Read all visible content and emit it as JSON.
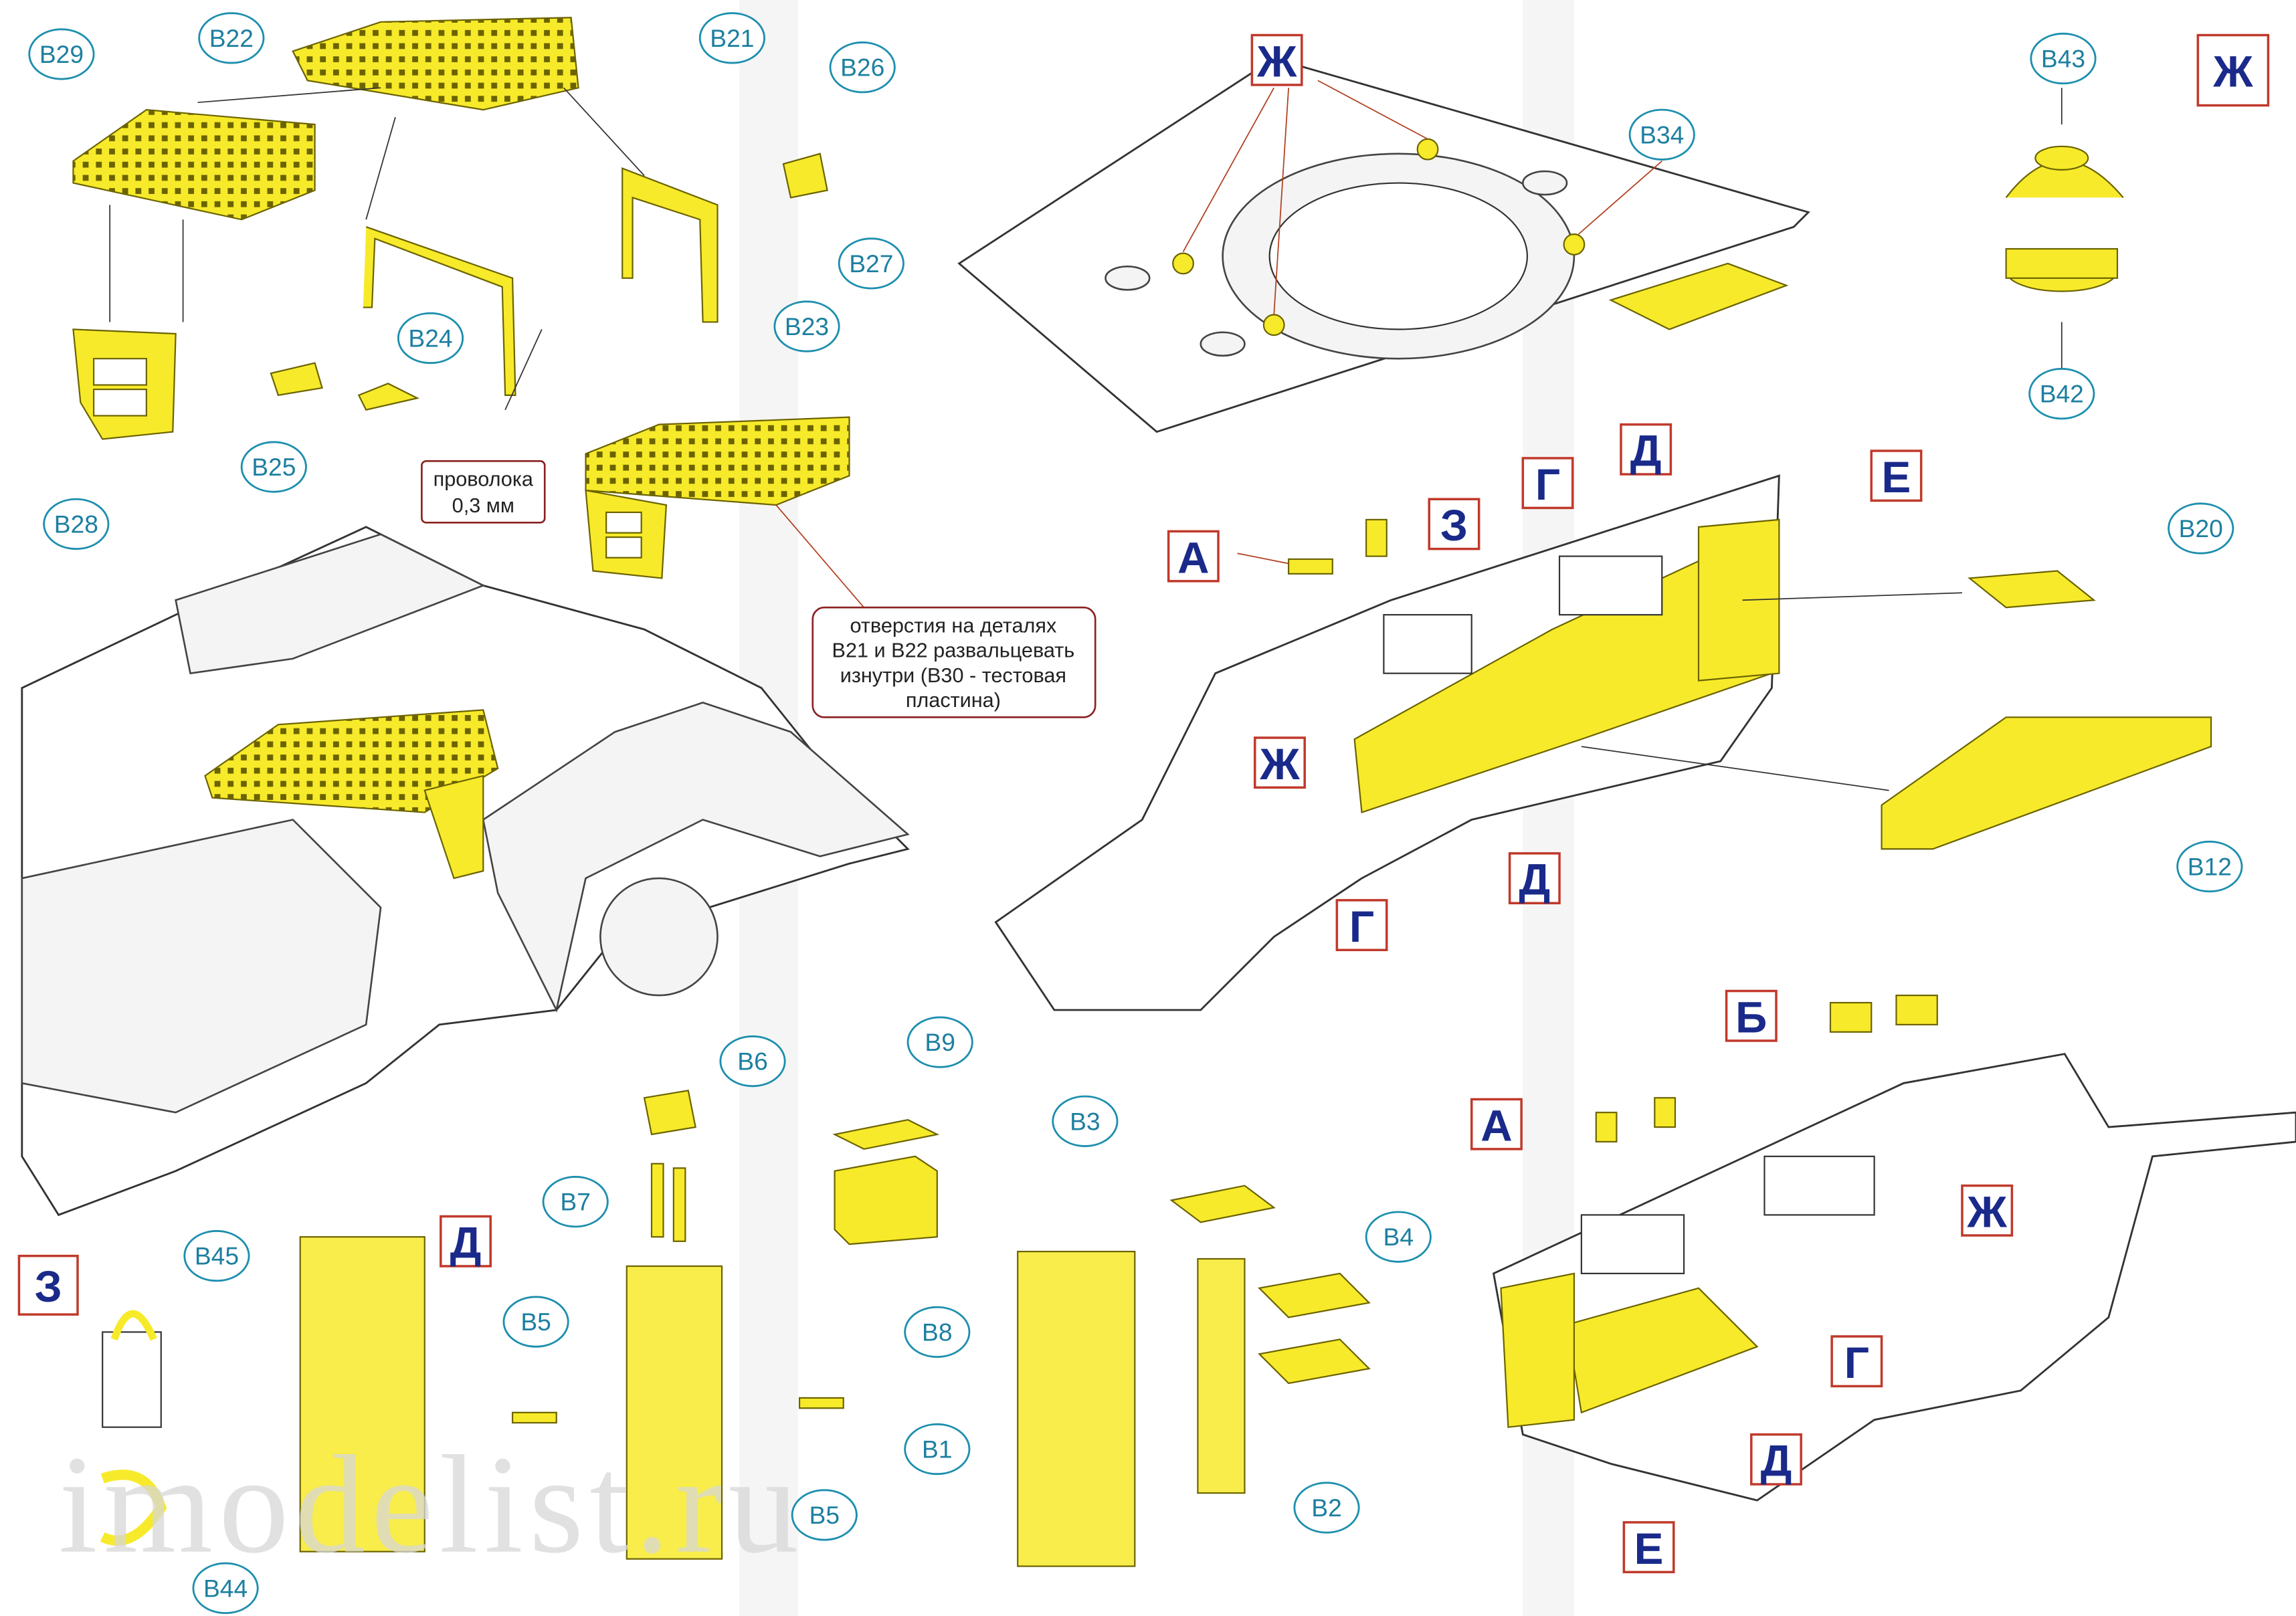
{
  "part_labels": [
    "B29",
    "B22",
    "B21",
    "B26",
    "B27",
    "B23",
    "B24",
    "B25",
    "B28",
    "B34",
    "B43",
    "B42",
    "B20",
    "B12",
    "B6",
    "B9",
    "B7",
    "B3",
    "B4",
    "B5",
    "B8",
    "B1",
    "B2",
    "B5",
    "B45",
    "B44"
  ],
  "step_letters": [
    "Ж",
    "Ж",
    "А",
    "З",
    "Г",
    "Д",
    "Е",
    "Ж",
    "Г",
    "Д",
    "Б",
    "А",
    "Ж",
    "Г",
    "Д",
    "Е",
    "З",
    "Д"
  ],
  "wire_note": {
    "line1": "проволока",
    "line2": "0,3 мм"
  },
  "holes_note": {
    "line1": "отверстия на деталях",
    "line2": "B21 и B22 развальцевать",
    "line3": "изнутри (B30 - тестовая",
    "line4": "пластина)"
  },
  "watermark": "imodelist.ru",
  "colors": {
    "photo_etch": "#f7ea2a",
    "label_teal": "#1d8fae",
    "letter_box_border": "#c0392b",
    "letter_text": "#1a2a8a"
  }
}
